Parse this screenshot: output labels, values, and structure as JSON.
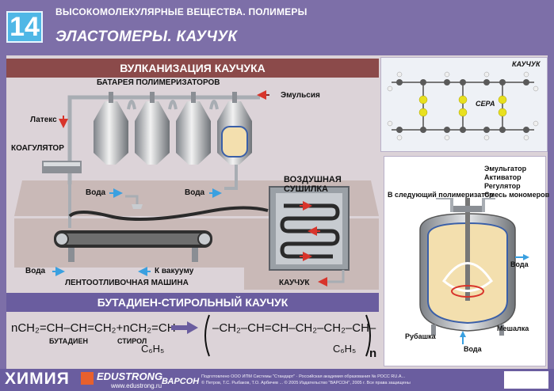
{
  "header": {
    "number": "14",
    "topic": "ВЫСОКОМОЛЕКУЛЯРНЫЕ ВЕЩЕСТВА. ПОЛИМЕРЫ",
    "title": "ЭЛАСТОМЕРЫ. КАУЧУК"
  },
  "sections": {
    "vulcanization": "ВУЛКАНИЗАЦИЯ КАУЧУКА",
    "butadiene_styrene": "БУТАДИЕН-СТИРОЛЬНЫЙ КАУЧУК"
  },
  "plant_labels": {
    "battery": "БАТАРЕЯ ПОЛИМЕРИЗАТОРОВ",
    "emulsion": "Эмульсия",
    "latex": "Латекс",
    "coagulator": "КОАГУЛЯТОР",
    "water1": "Вода",
    "water2": "Вода",
    "water3": "Вода",
    "vacuum": "К вакууму",
    "belt_machine": "ЛЕНТООТЛИВОЧНАЯ  МАШИНА",
    "dryer_line1": "ВОЗДУШНАЯ",
    "dryer_line2": "СУШИЛКА",
    "rubber_out": "КАУЧУК"
  },
  "molecule": {
    "title": "КАУЧУК",
    "sulfur": "СЕРА"
  },
  "reactor": {
    "next": "В следующий полимеризатор",
    "inputs": [
      "Эмульгатор",
      "Активатор",
      "Регулятор",
      "Смесь мономеров"
    ],
    "water_out": "Вода",
    "water_in": "Вода",
    "jacket": "Рубашка",
    "stirrer": "Мешалка"
  },
  "formula": {
    "left": "nCH₂=CH–CH=CH₂+nCH₂=CH",
    "left_sub_group": "C₆H₅",
    "right_chain": "–CH₂–CH=CH–CH₂–CH₂–CH–",
    "right_sub_group": "C₆H₅",
    "n": "n",
    "butadiene": "БУТАДИЕН",
    "styrene": "СТИРОЛ"
  },
  "footer": {
    "logo": "ХИМИЯ",
    "edustrong": "EDUSTRONG",
    "edu_url": "www.edustrong.ru",
    "varson": "ВАРСОН",
    "fine1": "Подготовлено ООО ИПМ Системы \"Стандарт\" · Российская академия образования № РОСС RU.A...",
    "fine2": "© Петров, Т.С. Рыбаков, Т.О. Арбичев ... © 2005 Издательство \"ВАРСОН\", 2005 г. Все права защищены"
  },
  "colors": {
    "background": "#7d6fa8",
    "panel": "#dcd3d8",
    "section_red": "#8b4a4a",
    "section_purple": "#6a5d9f",
    "accent_blue": "#4fb7e6",
    "arrow_red": "#d8342b",
    "arrow_blue": "#3aa0e0"
  }
}
